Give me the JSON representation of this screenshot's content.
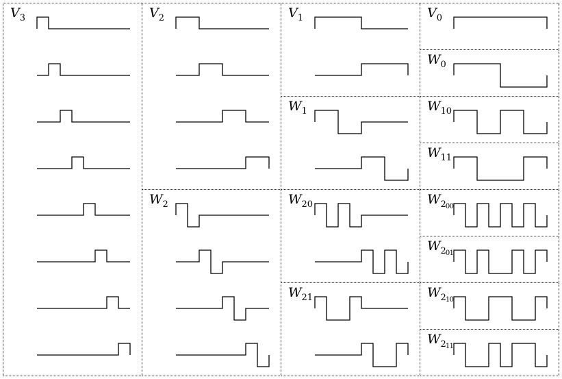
{
  "style": {
    "stroke_color": "#000000",
    "border_color": "#222222",
    "background_color": "#ffffff"
  },
  "cells": [
    {
      "id": "V3",
      "label": {
        "letter": "V",
        "sub": "3",
        "subsub": ""
      },
      "waveforms": [
        [
          1,
          0,
          0,
          0,
          0,
          0,
          0,
          0
        ],
        [
          0,
          1,
          0,
          0,
          0,
          0,
          0,
          0
        ],
        [
          0,
          0,
          1,
          0,
          0,
          0,
          0,
          0
        ],
        [
          0,
          0,
          0,
          1,
          0,
          0,
          0,
          0
        ],
        [
          0,
          0,
          0,
          0,
          1,
          0,
          0,
          0
        ],
        [
          0,
          0,
          0,
          0,
          0,
          1,
          0,
          0
        ],
        [
          0,
          0,
          0,
          0,
          0,
          0,
          1,
          0
        ],
        [
          0,
          0,
          0,
          0,
          0,
          0,
          0,
          1
        ]
      ]
    },
    {
      "id": "V2",
      "label": {
        "letter": "V",
        "sub": "2",
        "subsub": ""
      },
      "waveforms": [
        [
          1,
          0,
          0,
          0
        ],
        [
          0,
          1,
          0,
          0
        ],
        [
          0,
          0,
          1,
          0
        ],
        [
          0,
          0,
          0,
          1
        ]
      ]
    },
    {
      "id": "W2",
      "label": {
        "letter": "W",
        "sub": "2",
        "subsub": ""
      },
      "waveforms": [
        [
          1,
          -1,
          0,
          0,
          0,
          0,
          0,
          0
        ],
        [
          0,
          0,
          1,
          -1,
          0,
          0,
          0,
          0
        ],
        [
          0,
          0,
          0,
          0,
          1,
          -1,
          0,
          0
        ],
        [
          0,
          0,
          0,
          0,
          0,
          0,
          1,
          -1
        ]
      ]
    },
    {
      "id": "V1",
      "label": {
        "letter": "V",
        "sub": "1",
        "subsub": ""
      },
      "waveforms": [
        [
          1,
          0
        ],
        [
          0,
          1
        ]
      ]
    },
    {
      "id": "W1",
      "label": {
        "letter": "W",
        "sub": "1",
        "subsub": ""
      },
      "waveforms": [
        [
          1,
          -1,
          0,
          0
        ],
        [
          0,
          0,
          1,
          -1
        ]
      ]
    },
    {
      "id": "W20",
      "label": {
        "letter": "W",
        "sub": "20",
        "subsub": ""
      },
      "waveforms": [
        [
          1,
          -1,
          1,
          -1,
          0,
          0,
          0,
          0
        ],
        [
          0,
          0,
          0,
          0,
          1,
          -1,
          1,
          -1
        ]
      ]
    },
    {
      "id": "W21",
      "label": {
        "letter": "W",
        "sub": "21",
        "subsub": ""
      },
      "waveforms": [
        [
          1,
          -1,
          -1,
          1,
          0,
          0,
          0,
          0
        ],
        [
          0,
          0,
          0,
          0,
          1,
          -1,
          -1,
          1
        ]
      ]
    },
    {
      "id": "V0",
      "label": {
        "letter": "V",
        "sub": "0",
        "subsub": ""
      },
      "waveforms": [
        [
          1
        ]
      ]
    },
    {
      "id": "W0",
      "label": {
        "letter": "W",
        "sub": "0",
        "subsub": ""
      },
      "waveforms": [
        [
          1,
          -1
        ]
      ]
    },
    {
      "id": "W10",
      "label": {
        "letter": "W",
        "sub": "10",
        "subsub": ""
      },
      "waveforms": [
        [
          1,
          -1,
          1,
          -1
        ]
      ]
    },
    {
      "id": "W11",
      "label": {
        "letter": "W",
        "sub": "11",
        "subsub": ""
      },
      "waveforms": [
        [
          1,
          -1,
          -1,
          1
        ]
      ]
    },
    {
      "id": "W200",
      "label": {
        "letter": "W",
        "sub": "2",
        "subsub": "00"
      },
      "waveforms": [
        [
          1,
          -1,
          1,
          -1,
          1,
          -1,
          1,
          -1
        ]
      ]
    },
    {
      "id": "W201",
      "label": {
        "letter": "W",
        "sub": "2",
        "subsub": "01"
      },
      "waveforms": [
        [
          1,
          -1,
          1,
          -1,
          -1,
          1,
          -1,
          1
        ]
      ]
    },
    {
      "id": "W210",
      "label": {
        "letter": "W",
        "sub": "2",
        "subsub": "10"
      },
      "waveforms": [
        [
          1,
          -1,
          -1,
          1,
          1,
          -1,
          -1,
          1
        ]
      ]
    },
    {
      "id": "W211",
      "label": {
        "letter": "W",
        "sub": "2",
        "subsub": "11"
      },
      "waveforms": [
        [
          1,
          -1,
          -1,
          1,
          -1,
          1,
          1,
          -1
        ]
      ]
    }
  ]
}
